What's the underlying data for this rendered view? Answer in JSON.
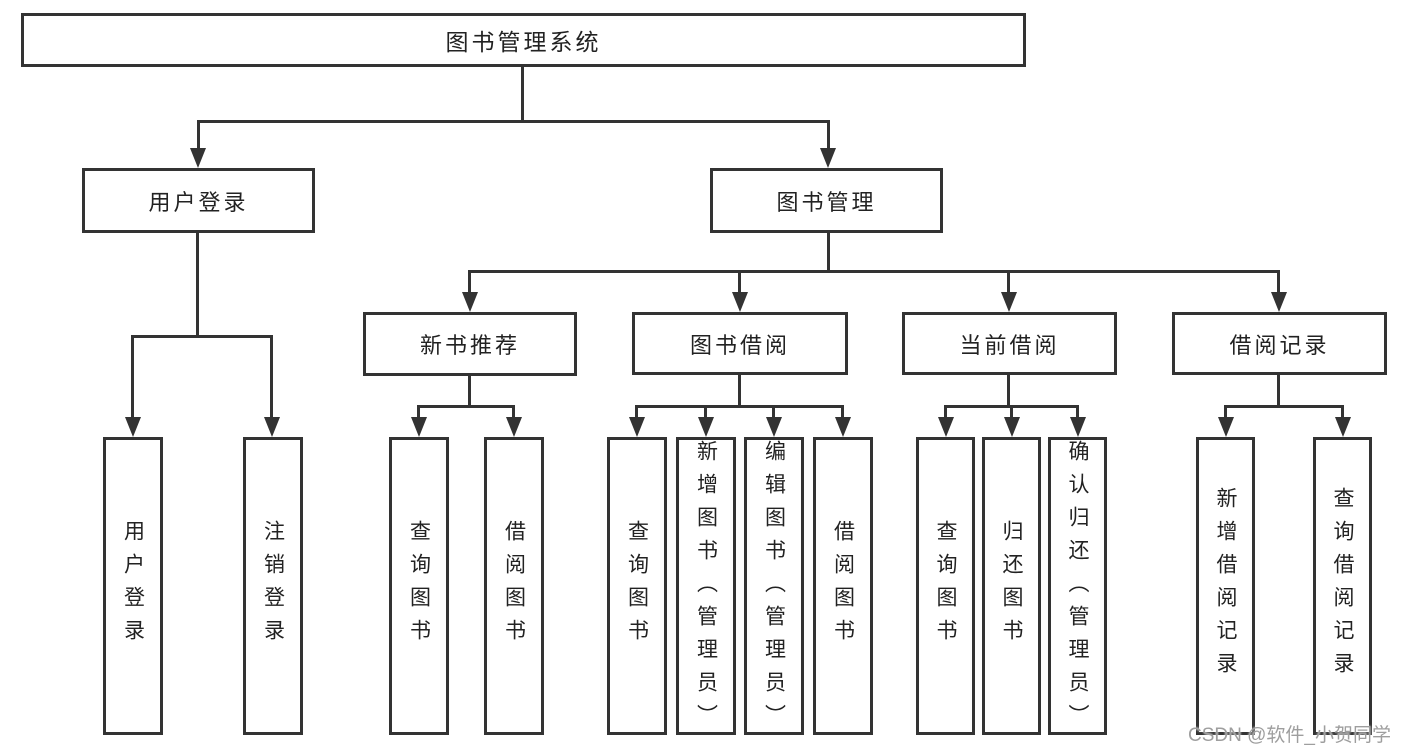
{
  "diagram": {
    "type": "hierarchy",
    "watermark": "CSDN @软件_小贺同学",
    "colors": {
      "line": "#333333",
      "text": "#222222",
      "watermark": "#9e9e9e",
      "background": "#ffffff"
    }
  },
  "tree": {
    "label": "图书管理系统",
    "children": [
      {
        "label": "用户登录",
        "children": [
          {
            "label": "用户登录"
          },
          {
            "label": "注销登录"
          }
        ]
      },
      {
        "label": "图书管理",
        "children": [
          {
            "label": "新书推荐",
            "children": [
              {
                "label": "查询图书"
              },
              {
                "label": "借阅图书"
              }
            ]
          },
          {
            "label": "图书借阅",
            "children": [
              {
                "label": "查询图书"
              },
              {
                "label": "新增图书（管理员）"
              },
              {
                "label": "编辑图书（管理员）"
              },
              {
                "label": "借阅图书"
              }
            ]
          },
          {
            "label": "当前借阅",
            "children": [
              {
                "label": "查询图书"
              },
              {
                "label": "归还图书"
              },
              {
                "label": "确认归还（管理员）"
              }
            ]
          },
          {
            "label": "借阅记录",
            "children": [
              {
                "label": "新增借阅记录"
              },
              {
                "label": "查询借阅记录"
              }
            ]
          }
        ]
      }
    ]
  }
}
